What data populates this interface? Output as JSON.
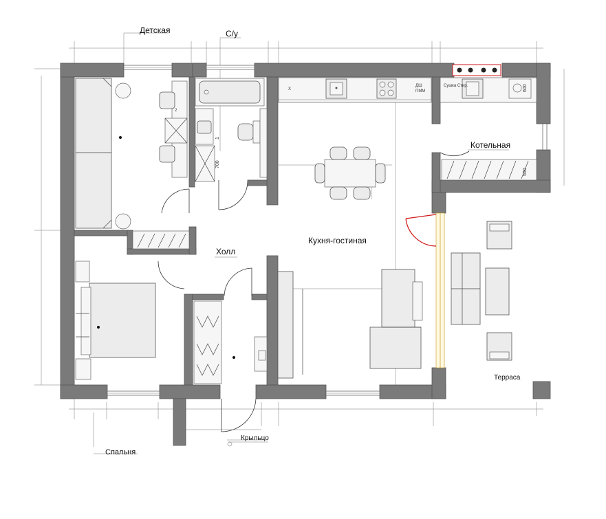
{
  "rooms": {
    "kids": "Детская",
    "bathroom": "С/у",
    "boiler": "Котельная",
    "hall": "Холл",
    "kitchen_living": "Кухня-гостиная",
    "terrace": "Терраса",
    "porch": "Крыльцо",
    "bedroom": "Спальня"
  },
  "dimensions": {
    "bath_width": "700",
    "kitchen_unit": "600",
    "boiler_depth": "500",
    "bath_depth": "1"
  },
  "appliances": {
    "dishwasher": "ПММ",
    "oven": "ДШ",
    "dryer_washer": "Сушка Стир.",
    "x_mark": "X",
    "desk_mark": "2"
  },
  "colors": {
    "wall": "#7a7a7a",
    "hob_outline": "#d01818",
    "door_swing_highlight": "#d01818"
  }
}
